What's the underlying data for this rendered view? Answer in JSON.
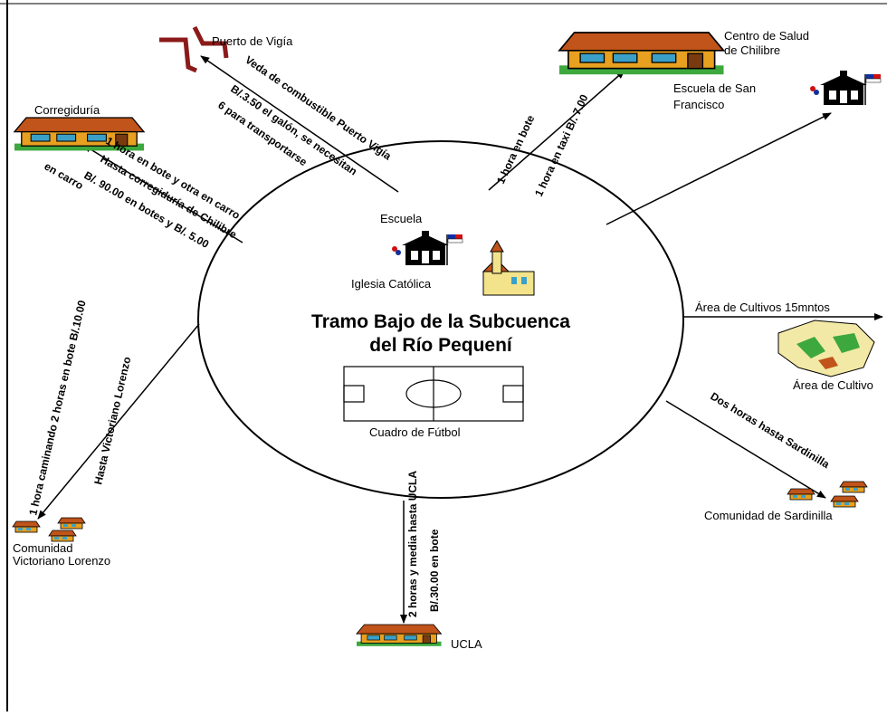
{
  "center": {
    "title_line1": "Tramo Bajo de la Subcuenca",
    "title_line2": "del Río Pequení",
    "school_label": "Escuela",
    "church_label": "Iglesia Católica",
    "field_label": "Cuadro de Fútbol"
  },
  "destinations": {
    "puerto_vigia": "Puerto de Vigía",
    "salud_line1": "Centro de Salud",
    "salud_line2": "de Chilibre",
    "escuela_sf_line1": "Escuela de San",
    "escuela_sf_line2": "Francisco",
    "corregiduria": "Corregiduría",
    "cultivo_area": "Área de Cultivo",
    "sardinilla": "Comunidad de Sardinilla",
    "victoriano_line1": "Comunidad",
    "victoriano_line2": "Victoriano Lorenzo",
    "ucla": "UCLA"
  },
  "routes": {
    "puerto_1": "Veda de combustible Puerto Vigía",
    "puerto_2": "B/.3.50 el galón, se necesitan",
    "puerto_3": "6 para transportarse",
    "corr_1": "1 hora en bote y otra en carro",
    "corr_2": "Hasta corregiduría de Chilibre",
    "corr_3": "B/. 90.00 en botes y B/. 5.00",
    "corr_4": "en carro",
    "salud_1": "1 hora en bote",
    "salud_2": "1 hora en taxi B/. 7.00",
    "cultivos": "Área de Cultivos 15mntos",
    "sardinilla": "Dos horas hasta Sardinilla",
    "ucla_1": "2 horas y media hasta UCLA",
    "ucla_2": "B/.30.00 en bote",
    "victoriano_1": "1 hora caminando 2 horas en bote B/.10.00",
    "victoriano_2": "Hasta Victoriano Lorenzo"
  },
  "colors": {
    "roof": "#c0541a",
    "roof_green": "#4a8a2a",
    "wall": "#e8a020",
    "window": "#3aa0c8",
    "grass": "#3da83d",
    "road": "#8b1a1a",
    "flag_red": "#d01010",
    "flag_blue": "#1030a0"
  },
  "icons": [
    "school-icon",
    "church-icon",
    "soccer-field-icon",
    "house-icon",
    "hut-icon",
    "road-sign-icon",
    "crop-map-icon"
  ]
}
